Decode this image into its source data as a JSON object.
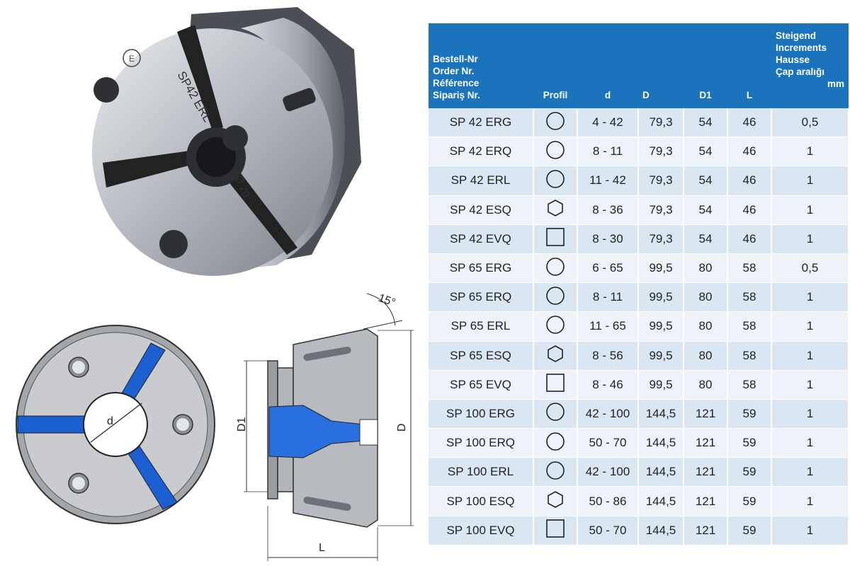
{
  "photo": {
    "engraving_model": "SP42 ERL",
    "engraving_size": "Ø 20",
    "logo_letter": "E"
  },
  "drawing": {
    "angle_label": "15°",
    "d_label": "d",
    "D1_label": "D1",
    "D_label": "D",
    "L_label": "L"
  },
  "table": {
    "header_order": [
      "Bestell-Nr",
      "Order Nr.",
      "Référence",
      "Sipariş Nr."
    ],
    "header_profil": "Profil",
    "header_d": "d",
    "header_D": "D",
    "header_D1": "D1",
    "header_L": "L",
    "header_increments": [
      "Steigend",
      "Increments",
      "Hausse",
      "Çap aralığı"
    ],
    "header_unit": "mm",
    "rows": [
      {
        "order": "SP 42 ERG",
        "profile": "circle-icon",
        "d": "4 - 42",
        "D": "79,3",
        "D1": "54",
        "L": "46",
        "inc": "0,5"
      },
      {
        "order": "SP 42 ERQ",
        "profile": "circle-icon",
        "d": "8 - 11",
        "D": "79,3",
        "D1": "54",
        "L": "46",
        "inc": "1"
      },
      {
        "order": "SP 42 ERL",
        "profile": "circle-icon",
        "d": "11 - 42",
        "D": "79,3",
        "D1": "54",
        "L": "46",
        "inc": "1"
      },
      {
        "order": "SP 42 ESQ",
        "profile": "hexagon-icon",
        "d": "8 - 36",
        "D": "79,3",
        "D1": "54",
        "L": "46",
        "inc": "1"
      },
      {
        "order": "SP 42 EVQ",
        "profile": "square-icon",
        "d": "8 - 30",
        "D": "79,3",
        "D1": "54",
        "L": "46",
        "inc": "1"
      },
      {
        "order": "SP 65 ERG",
        "profile": "circle-icon",
        "d": "6 - 65",
        "D": "99,5",
        "D1": "80",
        "L": "58",
        "inc": "0,5"
      },
      {
        "order": "SP 65 ERQ",
        "profile": "circle-icon",
        "d": "8 - 11",
        "D": "99,5",
        "D1": "80",
        "L": "58",
        "inc": "1"
      },
      {
        "order": "SP 65 ERL",
        "profile": "circle-icon",
        "d": "11 - 65",
        "D": "99,5",
        "D1": "80",
        "L": "58",
        "inc": "1"
      },
      {
        "order": "SP 65 ESQ",
        "profile": "hexagon-icon",
        "d": "8 - 56",
        "D": "99,5",
        "D1": "80",
        "L": "58",
        "inc": "1"
      },
      {
        "order": "SP 65 EVQ",
        "profile": "square-icon",
        "d": "8 - 46",
        "D": "99,5",
        "D1": "80",
        "L": "58",
        "inc": "1"
      },
      {
        "order": "SP 100 ERG",
        "profile": "circle-icon",
        "d": "42 - 100",
        "D": "144,5",
        "D1": "121",
        "L": "59",
        "inc": "1"
      },
      {
        "order": "SP 100 ERQ",
        "profile": "circle-icon",
        "d": "50 - 70",
        "D": "144,5",
        "D1": "121",
        "L": "59",
        "inc": "1"
      },
      {
        "order": "SP 100 ERL",
        "profile": "circle-icon",
        "d": "42 - 100",
        "D": "144,5",
        "D1": "121",
        "L": "59",
        "inc": "1"
      },
      {
        "order": "SP 100 ESQ",
        "profile": "hexagon-icon",
        "d": "50 - 86",
        "D": "144,5",
        "D1": "121",
        "L": "59",
        "inc": "1"
      },
      {
        "order": "SP 100 EVQ",
        "profile": "square-icon",
        "d": "50 - 70",
        "D": "144,5",
        "D1": "121",
        "L": "59",
        "inc": "1"
      }
    ]
  }
}
